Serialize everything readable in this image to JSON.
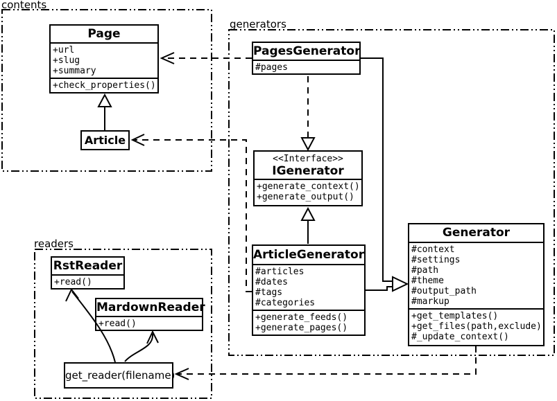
{
  "diagram_type": "uml-class-diagram",
  "colors": {
    "line": "#000000",
    "background": "#ffffff",
    "box_fill": "#ffffff"
  },
  "packages": {
    "contents": {
      "label": "contents"
    },
    "generators": {
      "label": "generators"
    },
    "readers": {
      "label": "readers"
    }
  },
  "classes": {
    "page": {
      "title": "Page",
      "attributes": [
        "+url",
        "+slug",
        "+summary"
      ],
      "methods": [
        "+check_properties()"
      ]
    },
    "article": {
      "title": "Article"
    },
    "pages_generator": {
      "title": "PagesGenerator",
      "attributes": [
        "#pages"
      ]
    },
    "igenerator": {
      "stereotype": "<<Interface>>",
      "title": "IGenerator",
      "methods": [
        "+generate_context()",
        "+generate_output()"
      ]
    },
    "article_generator": {
      "title": "ArticleGenerator",
      "attributes": [
        "#articles",
        "#dates",
        "#tags",
        "#categories"
      ],
      "methods": [
        "+generate_feeds()",
        "+generate_pages()"
      ]
    },
    "generator": {
      "title": "Generator",
      "attributes": [
        "#context",
        "#settings",
        "#path",
        "#theme",
        "#output_path",
        "#markup"
      ],
      "methods": [
        "+get_templates()",
        "+get_files(path,exclude)",
        "#_update_context()"
      ]
    },
    "rst_reader": {
      "title": "RstReader",
      "methods": [
        "+read()"
      ]
    },
    "mardown_reader": {
      "title": "MardownReader",
      "methods": [
        "+read()"
      ]
    },
    "get_reader": {
      "title": "get_reader(filename)"
    }
  },
  "relationships": [
    {
      "from": "Article",
      "to": "Page",
      "type": "generalization",
      "line": "solid"
    },
    {
      "from": "PagesGenerator",
      "to": "Page",
      "type": "dependency",
      "line": "dashed"
    },
    {
      "from": "ArticleGenerator",
      "to": "Article",
      "type": "dependency",
      "line": "dashed"
    },
    {
      "from": "PagesGenerator",
      "to": "IGenerator",
      "type": "realization",
      "line": "dashed"
    },
    {
      "from": "ArticleGenerator",
      "to": "IGenerator",
      "type": "generalization",
      "line": "solid"
    },
    {
      "from": "PagesGenerator",
      "to": "Generator",
      "type": "generalization",
      "line": "solid"
    },
    {
      "from": "ArticleGenerator",
      "to": "Generator",
      "type": "generalization",
      "line": "solid"
    },
    {
      "from": "Generator",
      "to": "get_reader(filename)",
      "type": "dependency",
      "line": "dashed"
    },
    {
      "from": "get_reader(filename)",
      "to": "RstReader",
      "type": "call",
      "line": "curved"
    },
    {
      "from": "get_reader(filename)",
      "to": "MardownReader",
      "type": "call",
      "line": "curved"
    }
  ]
}
